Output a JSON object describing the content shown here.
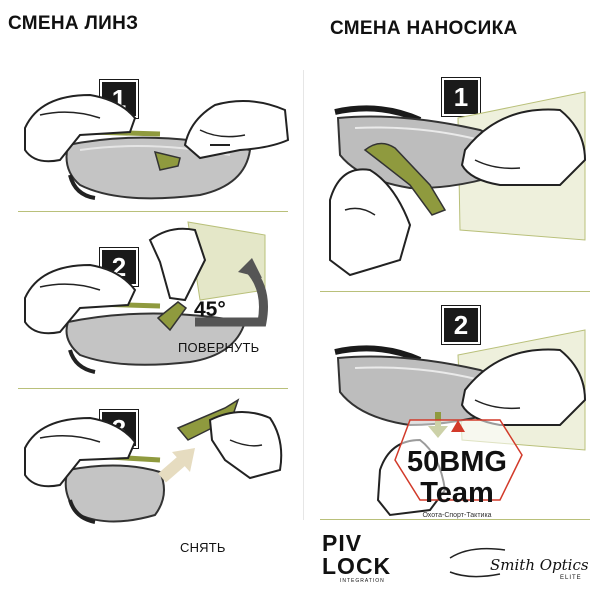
{
  "titles": {
    "left": "СМЕНА ЛИНЗ",
    "right": "СМЕНА НАНОСИКА"
  },
  "left_steps": [
    {
      "number": "1",
      "caption": ""
    },
    {
      "number": "2",
      "caption": "ПОВЕРНУТЬ",
      "angle": "45°"
    },
    {
      "number": "3",
      "caption": "СНЯТЬ"
    }
  ],
  "right_steps": [
    {
      "number": "1"
    },
    {
      "number": "2"
    }
  ],
  "watermark": {
    "line1": "50BMG",
    "line2": "Team",
    "line3": "Охота-Спорт-Тактика"
  },
  "logos": {
    "pivlock_top": "PIV",
    "pivlock_bottom": "LOCK",
    "pivlock_sub": "INTEGRATION",
    "smith": "Smith Optics",
    "smith_sub": "ELITE"
  },
  "colors": {
    "olive": "#8f9a3e",
    "olive_light": "#c7cd93",
    "lens": "#bdbdbd",
    "dark": "#1a1a1a",
    "watermark_red": "#d23a2a",
    "arrow_tan": "#e6dcc0"
  }
}
